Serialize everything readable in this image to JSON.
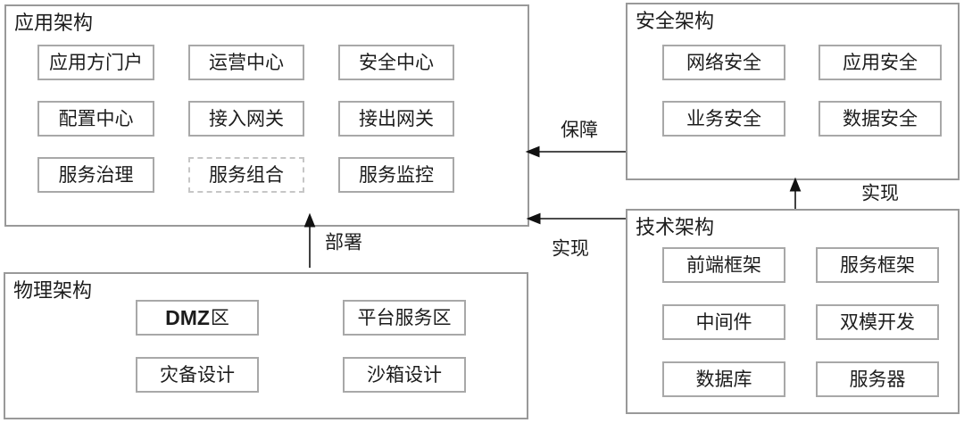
{
  "diagram": {
    "background": "#ffffff",
    "panel_border_color": "#999999",
    "node_border_color": "#a8a8a8",
    "dashed_node_border_color": "#c6c6c6",
    "text_color": "#1c1c1c",
    "arrow_color": "#111111"
  },
  "panels": {
    "application": {
      "title": "应用架构",
      "items": [
        {
          "name": "node-app-portal",
          "label": "应用方门户"
        },
        {
          "name": "node-operation-center",
          "label": "运营中心"
        },
        {
          "name": "node-security-center",
          "label": "安全中心"
        },
        {
          "name": "node-config-center",
          "label": "配置中心"
        },
        {
          "name": "node-inbound-gateway",
          "label": "接入网关"
        },
        {
          "name": "node-outbound-gateway",
          "label": "接出网关"
        },
        {
          "name": "node-service-governance",
          "label": "服务治理"
        },
        {
          "name": "node-service-composition",
          "label": "服务组合",
          "dashed": true
        },
        {
          "name": "node-service-monitoring",
          "label": "服务监控"
        }
      ]
    },
    "security": {
      "title": "安全架构",
      "items": [
        {
          "name": "node-network-security",
          "label": "网络安全"
        },
        {
          "name": "node-application-security",
          "label": "应用安全"
        },
        {
          "name": "node-business-security",
          "label": "业务安全"
        },
        {
          "name": "node-data-security",
          "label": "数据安全"
        }
      ]
    },
    "technology": {
      "title": "技术架构",
      "items": [
        {
          "name": "node-frontend-framework",
          "label": "前端框架"
        },
        {
          "name": "node-service-framework",
          "label": "服务框架"
        },
        {
          "name": "node-middleware",
          "label": "中间件"
        },
        {
          "name": "node-bimodal-development",
          "label": "双模开发"
        },
        {
          "name": "node-database",
          "label": "数据库"
        },
        {
          "name": "node-server",
          "label": "服务器"
        }
      ]
    },
    "physical": {
      "title": "物理架构",
      "items": [
        {
          "name": "node-dmz-zone",
          "label": "DMZ区",
          "parts": [
            {
              "text": "DMZ",
              "bold": true
            },
            {
              "text": "区"
            }
          ]
        },
        {
          "name": "node-platform-service-zone",
          "label": "平台服务区"
        },
        {
          "name": "node-disaster-recovery-design",
          "label": "灾备设计"
        },
        {
          "name": "node-sandbox-design",
          "label": "沙箱设计"
        }
      ]
    }
  },
  "arrows": [
    {
      "name": "arrow-security-to-application",
      "label": "保障",
      "from": "安全架构",
      "to": "应用架构"
    },
    {
      "name": "arrow-technology-to-application",
      "label": "实现",
      "from": "技术架构",
      "to": "应用架构"
    },
    {
      "name": "arrow-technology-to-security",
      "label": "实现",
      "from": "技术架构",
      "to": "安全架构"
    },
    {
      "name": "arrow-physical-to-application",
      "label": "部署",
      "from": "物理架构",
      "to": "应用架构"
    }
  ]
}
